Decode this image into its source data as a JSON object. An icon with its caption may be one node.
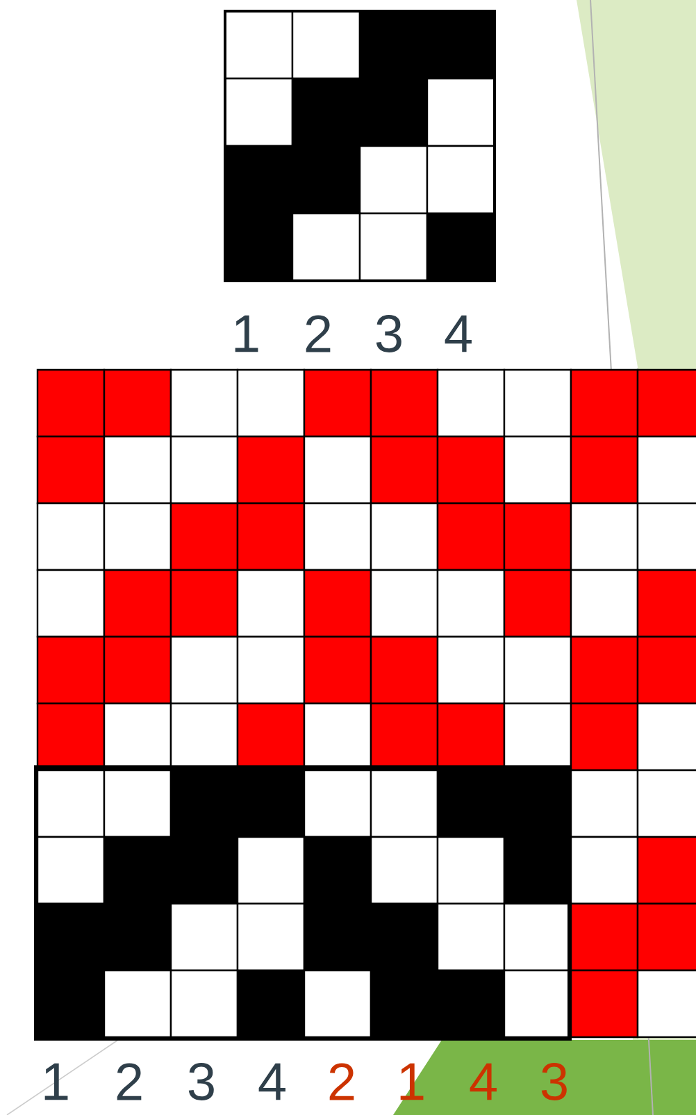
{
  "diagram": {
    "labels": [
      "1",
      "2",
      "3",
      "4",
      "1",
      "2",
      "3",
      "4",
      "2",
      "1",
      "4",
      "3"
    ]
  }
}
